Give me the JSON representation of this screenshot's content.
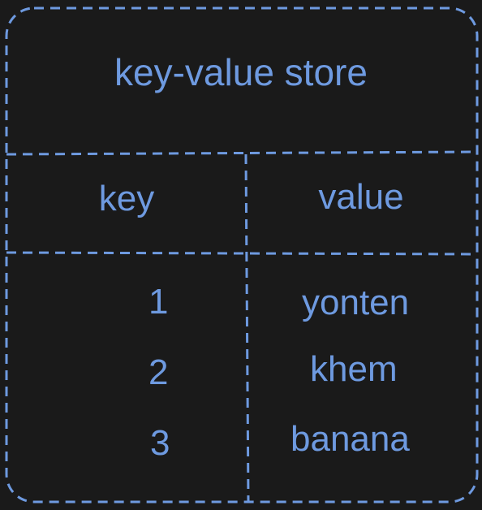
{
  "title": "key-value store",
  "headers": {
    "key": "key",
    "value": "value"
  },
  "rows": [
    {
      "key": "1",
      "value": "yonten"
    },
    {
      "key": "2",
      "value": "khem"
    },
    {
      "key": "3",
      "value": "banana"
    }
  ],
  "colors": {
    "background": "#1a1a1a",
    "accent": "#6e9ae0"
  }
}
